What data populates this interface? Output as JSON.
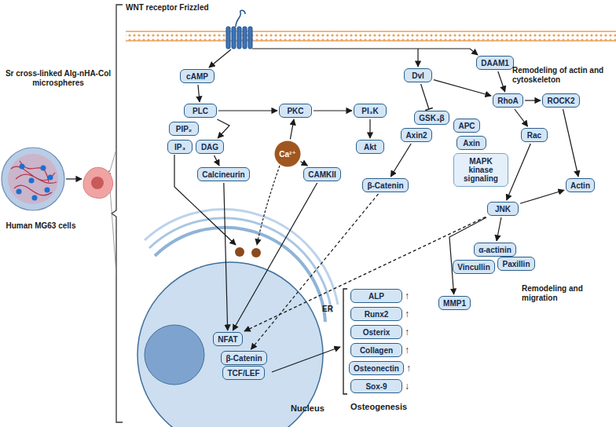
{
  "diagram": {
    "nodes": [
      {
        "text": [
          "cAMP"
        ]
      },
      {
        "text": [
          "PLC"
        ]
      },
      {
        "text": [
          "PIP₂"
        ]
      },
      {
        "text": [
          "IP₃"
        ]
      },
      {
        "text": [
          "DAG"
        ]
      },
      {
        "text": [
          "PKC"
        ]
      },
      {
        "text": [
          "PI₃K"
        ]
      },
      {
        "text": [
          "Akt"
        ]
      },
      {
        "text": [
          "Ca²⁺"
        ]
      },
      {
        "text": [
          "Calcineurin"
        ]
      },
      {
        "text": [
          "CAMKII"
        ]
      },
      {
        "text": [
          "DAAM1"
        ]
      },
      {
        "text": [
          "Dvl"
        ]
      },
      {
        "text": [
          "RhoA"
        ]
      },
      {
        "text": [
          "ROCK2"
        ]
      },
      {
        "text": [
          "GSK₃β"
        ]
      },
      {
        "text": [
          "Axin2"
        ]
      },
      {
        "text": [
          "APC"
        ]
      },
      {
        "text": [
          "Axin"
        ]
      },
      {
        "text": [
          "β-Catenin"
        ]
      },
      {
        "text": [
          "Rac"
        ]
      },
      {
        "text": [
          "MAPK kinase signaling"
        ]
      },
      {
        "text": [
          "JNK"
        ]
      },
      {
        "text": [
          "Actin"
        ]
      },
      {
        "text": [
          "α-actinin"
        ]
      },
      {
        "text": [
          "Vincullin"
        ]
      },
      {
        "text": [
          "Paxillin"
        ]
      },
      {
        "text": [
          "MMP1"
        ]
      },
      {
        "text": [
          "NFAT"
        ]
      },
      {
        "text": [
          "β-Catenin"
        ]
      },
      {
        "text": [
          "TCF/LEF"
        ]
      },
      {
        "text": [
          "ALP",
          "↑"
        ]
      },
      {
        "text": [
          "Runx2",
          "↑"
        ]
      },
      {
        "text": [
          "Osterix",
          "↑"
        ]
      },
      {
        "text": [
          "Collagen",
          "↑"
        ]
      },
      {
        "text": [
          "Osteonectin",
          "↑"
        ]
      },
      {
        "text": [
          "Sox-9",
          "↓"
        ]
      }
    ],
    "edges": [
      {
        "from": 0,
        "to": 1,
        "arrow": "to"
      },
      {
        "from": 1,
        "to": 5,
        "arrow": "to"
      },
      {
        "from": 1,
        "to": 4,
        "arrow": "to"
      },
      {
        "from": 5,
        "to": 6,
        "arrow": "to"
      },
      {
        "from": 6,
        "to": 7,
        "arrow": "to"
      },
      {
        "from": 8,
        "to": 5,
        "arrow": "to"
      },
      {
        "from": 8,
        "to": 10,
        "arrow": "to"
      },
      {
        "from": 4,
        "to": 9,
        "arrow": "to"
      },
      {
        "from": 9,
        "to": 28,
        "arrow": "to"
      },
      {
        "from": 10,
        "to": 28,
        "arrow": "to"
      },
      {
        "from": 12,
        "to": 13,
        "arrow": "to"
      },
      {
        "from": 11,
        "to": 13,
        "arrow": "to"
      },
      {
        "from": 12,
        "to": 15,
        "arrow": "to"
      },
      {
        "from": 13,
        "to": 14,
        "arrow": "to"
      },
      {
        "from": 13,
        "to": 20,
        "arrow": "to"
      },
      {
        "from": 14,
        "to": 23,
        "arrow": "to"
      },
      {
        "from": 20,
        "to": 22,
        "arrow": "to"
      },
      {
        "from": 22,
        "to": 23,
        "arrow": "to"
      },
      {
        "from": 22,
        "to": 24,
        "arrow": "to"
      },
      {
        "from": 22,
        "to": 27,
        "arrow": "to"
      },
      {
        "from": 16,
        "to": 19,
        "arrow": "to"
      },
      {
        "from": 19,
        "to": 29,
        "arrow": "to"
      },
      {
        "from": 22,
        "to": 28,
        "arrow": "to"
      }
    ],
    "labels": [
      "WNT receptor Frizzled",
      "Sr cross-linked Alg-nHA-Col microspheres",
      "Human MG63 cells",
      "Remodeling of actin and cytoskeleton",
      "Remodeling and migration",
      "Osteogenesis",
      "Nucleus",
      "ER"
    ]
  }
}
